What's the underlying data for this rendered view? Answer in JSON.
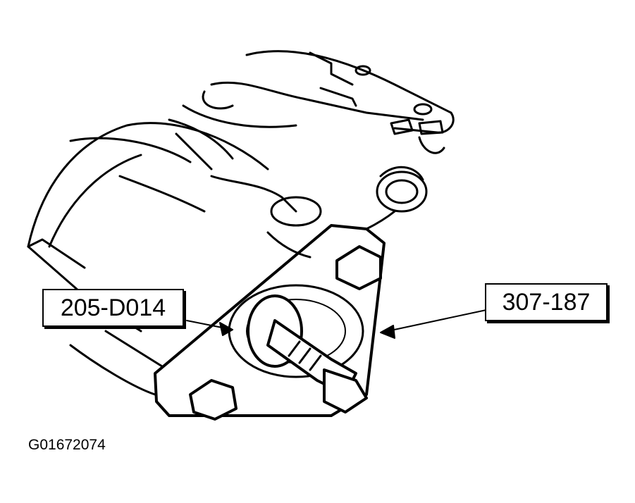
{
  "callouts": {
    "left_tool": "205-D014",
    "right_tool": "307-187"
  },
  "figure_id": "G01672074"
}
